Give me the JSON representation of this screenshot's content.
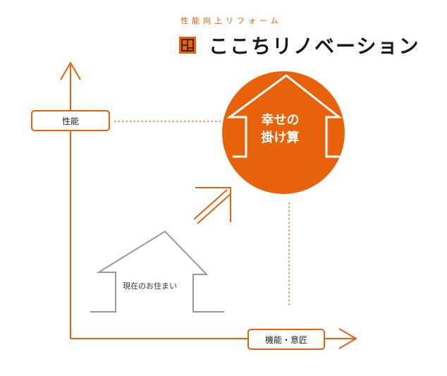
{
  "brand": {
    "tagline": "性能向上リフォーム",
    "name": "ここちリノベーション"
  },
  "axes": {
    "y_label": "性能",
    "x_label": "機能・意匠"
  },
  "current_home": {
    "label": "現在のお住まい"
  },
  "goal": {
    "line1": "幸せの",
    "line2": "掛け算"
  },
  "colors": {
    "accent": "#e8610b",
    "outline_gray": "#9a9a9a",
    "text": "#222222"
  },
  "icons": {
    "logo": "logo-mark-icon",
    "arrow": "diagonal-double-arrow-icon"
  }
}
